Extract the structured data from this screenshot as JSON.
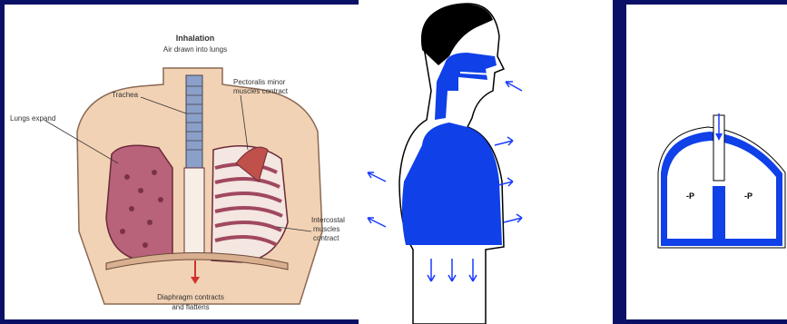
{
  "left_diagram": {
    "title": "Inhalation",
    "subtitle": "Air drawn into lungs",
    "labels": {
      "trachea": "Trachea",
      "lungs": "Lungs expand",
      "pectoralis_line1": "Pectoralis minor",
      "pectoralis_line2": "muscles contract",
      "intercostal_line1": "Intercostal",
      "intercostal_line2": "muscles",
      "intercostal_line3": "contract",
      "diaphragm_line1": "Diaphragm contracts",
      "diaphragm_line2": "and flattens"
    }
  },
  "right_diagram": {
    "left_label": "-P",
    "right_label": "-P"
  },
  "colors": {
    "background": "#0a1066",
    "lung_blue": "#1040e8",
    "arrow_blue": "#1a3cff",
    "skin": "#f2d2b4",
    "lung_pink": "#b8637a"
  }
}
